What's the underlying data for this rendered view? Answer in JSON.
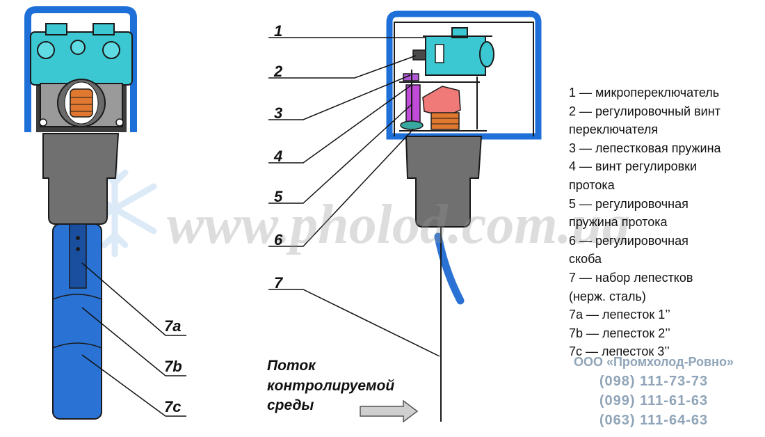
{
  "callouts": [
    "1",
    "2",
    "3",
    "4",
    "5",
    "6",
    "7",
    "7a",
    "7b",
    "7c"
  ],
  "legend": [
    "1 — микропереключатель",
    "2 — регулировочный винт",
    "переключателя",
    "3 — лепестковая пружина",
    "4 — винт регулировки",
    "протока",
    "5 — регулировочная",
    "пружина протока",
    "6 — регулировочная",
    "скоба",
    "7 — набор лепестков",
    "(нерж. сталь)",
    "7a — лепесток 1’’",
    "7b — лепесток 2’’",
    "7c — лепесток 3’’"
  ],
  "flow_label": [
    "Поток",
    "контролируемой",
    "среды"
  ],
  "company": {
    "name": "ООО «Промхолод-Ровно»",
    "phones": [
      "(098) 111-73-73",
      "(099) 111-61-63",
      "(063) 111-64-63"
    ]
  },
  "watermark": "www.pholod.com.ua",
  "colors": {
    "housing_blue": "#1e6fd8",
    "body_grey": "#707070",
    "switch_cyan": "#3cc8d2",
    "spring_orange": "#e07830",
    "paddle_blue": "#2a72d4",
    "bracket_pink": "#f07a78",
    "company_text": "#8fa4b8"
  }
}
